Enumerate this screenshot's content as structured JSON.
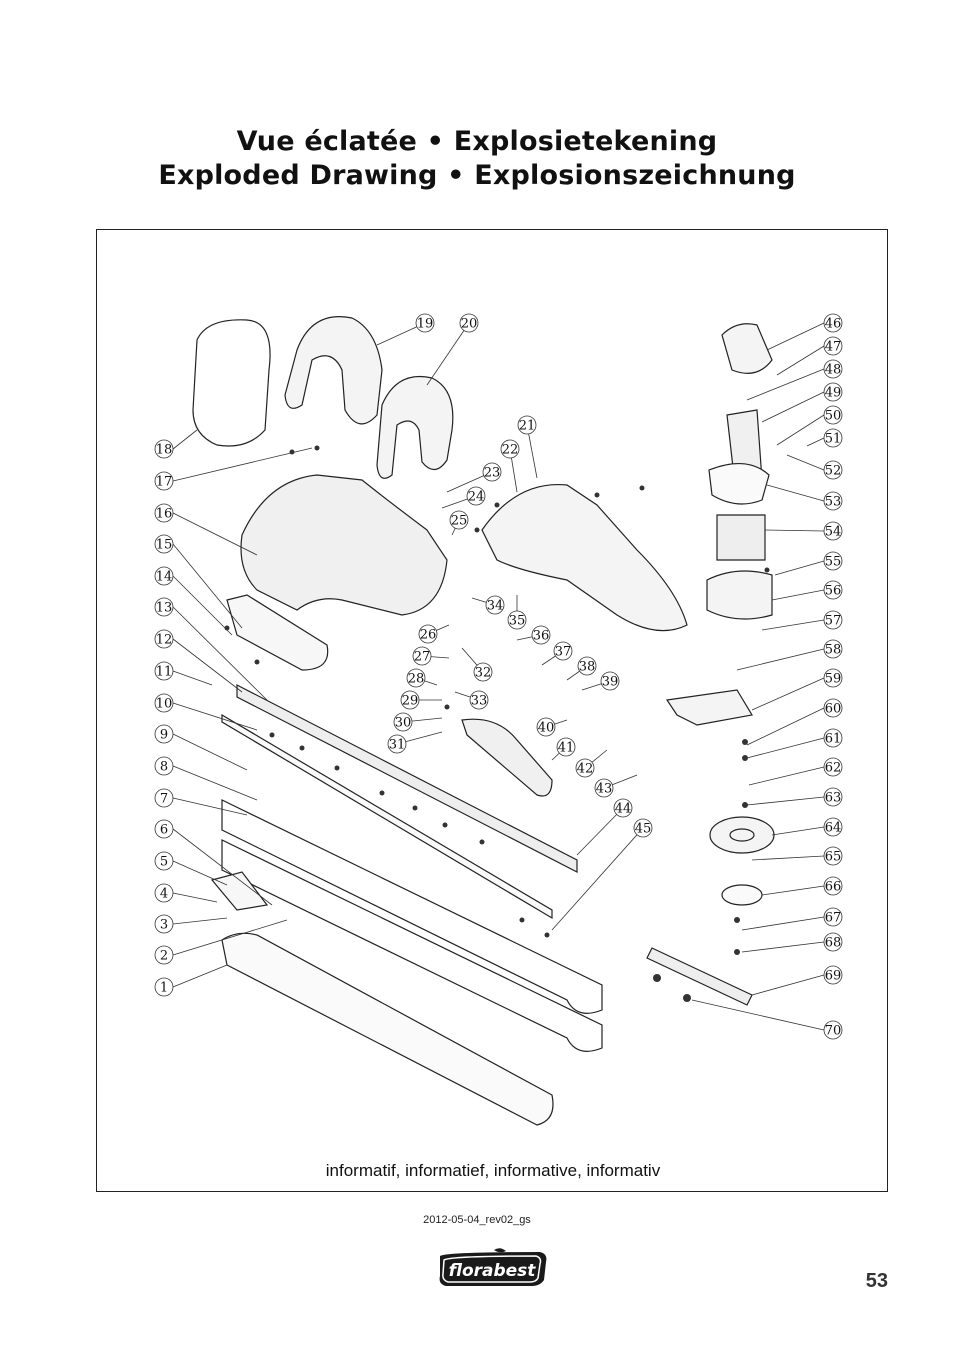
{
  "header": {
    "title_line1": "Vue éclatée • Explosietekening",
    "title_line2": "Exploded Drawing • Explosionszeichnung"
  },
  "drawing": {
    "caption": "informatif, informatief, informative, informativ",
    "part_numbers": [
      "1",
      "2",
      "3",
      "4",
      "5",
      "6",
      "7",
      "8",
      "9",
      "10",
      "11",
      "12",
      "13",
      "14",
      "15",
      "16",
      "17",
      "18",
      "19",
      "20",
      "21",
      "22",
      "23",
      "24",
      "25",
      "26",
      "27",
      "28",
      "29",
      "30",
      "31",
      "32",
      "33",
      "34",
      "35",
      "36",
      "37",
      "38",
      "39",
      "40",
      "41",
      "42",
      "43",
      "44",
      "45",
      "46",
      "47",
      "48",
      "49",
      "50",
      "51",
      "52",
      "53",
      "54",
      "55",
      "56",
      "57",
      "58",
      "59",
      "60",
      "61",
      "62",
      "63",
      "64",
      "65",
      "66",
      "67",
      "68",
      "69",
      "70"
    ]
  },
  "footer": {
    "revision": "2012-05-04_rev02_gs",
    "brand": "florabest",
    "page_number": "53"
  }
}
